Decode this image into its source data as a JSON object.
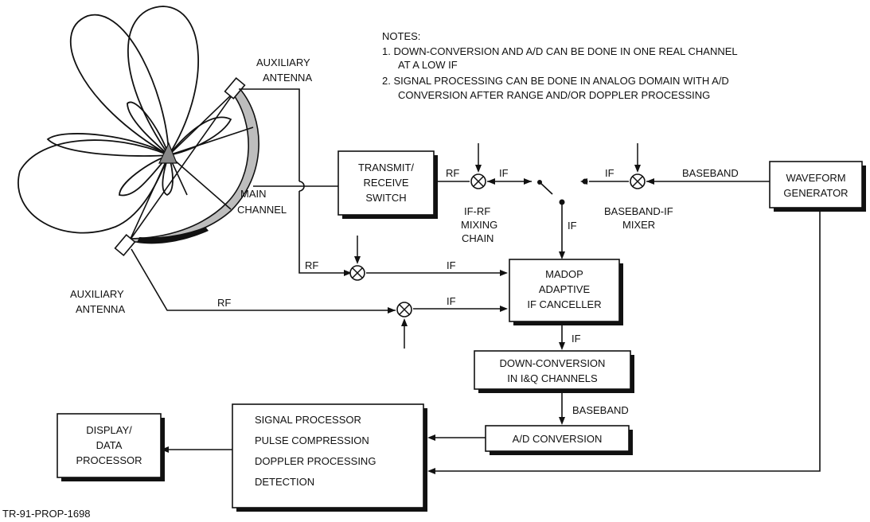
{
  "notes": {
    "heading": "NOTES:",
    "line1": "1.  DOWN-CONVERSION AND A/D CAN BE DONE IN ONE REAL CHANNEL",
    "line1b": "AT A LOW IF",
    "line2": "2.  SIGNAL PROCESSING CAN BE DONE IN ANALOG DOMAIN WITH A/D",
    "line2b": "CONVERSION AFTER RANGE AND/OR DOPPLER PROCESSING"
  },
  "antenna": {
    "aux_top": [
      "AUXILIARY",
      "ANTENNA"
    ],
    "aux_bottom": [
      "AUXILIARY",
      "ANTENNA"
    ],
    "main_channel": [
      "MAIN",
      "CHANNEL"
    ]
  },
  "boxes": {
    "tr_switch": [
      "TRANSMIT/",
      "RECEIVE",
      "SWITCH"
    ],
    "waveform": [
      "WAVEFORM",
      "GENERATOR"
    ],
    "madop": [
      "MADOP",
      "ADAPTIVE",
      "IF CANCELLER"
    ],
    "downconv": [
      "DOWN-CONVERSION",
      "IN I&Q CHANNELS"
    ],
    "adconv": "A/D CONVERSION",
    "sigproc": [
      "SIGNAL PROCESSOR",
      "PULSE COMPRESSION",
      "DOPPLER PROCESSING",
      "DETECTION"
    ],
    "display": [
      "DISPLAY/",
      "DATA",
      "PROCESSOR"
    ]
  },
  "mixers": {
    "if_rf": [
      "IF-RF",
      "MIXING",
      "CHAIN"
    ],
    "bb_if": [
      "BASEBAND-IF",
      "MIXER"
    ]
  },
  "signals": {
    "rf": "RF",
    "if": "IF",
    "baseband": "BASEBAND"
  },
  "footer": "TR-91-PROP-1698"
}
